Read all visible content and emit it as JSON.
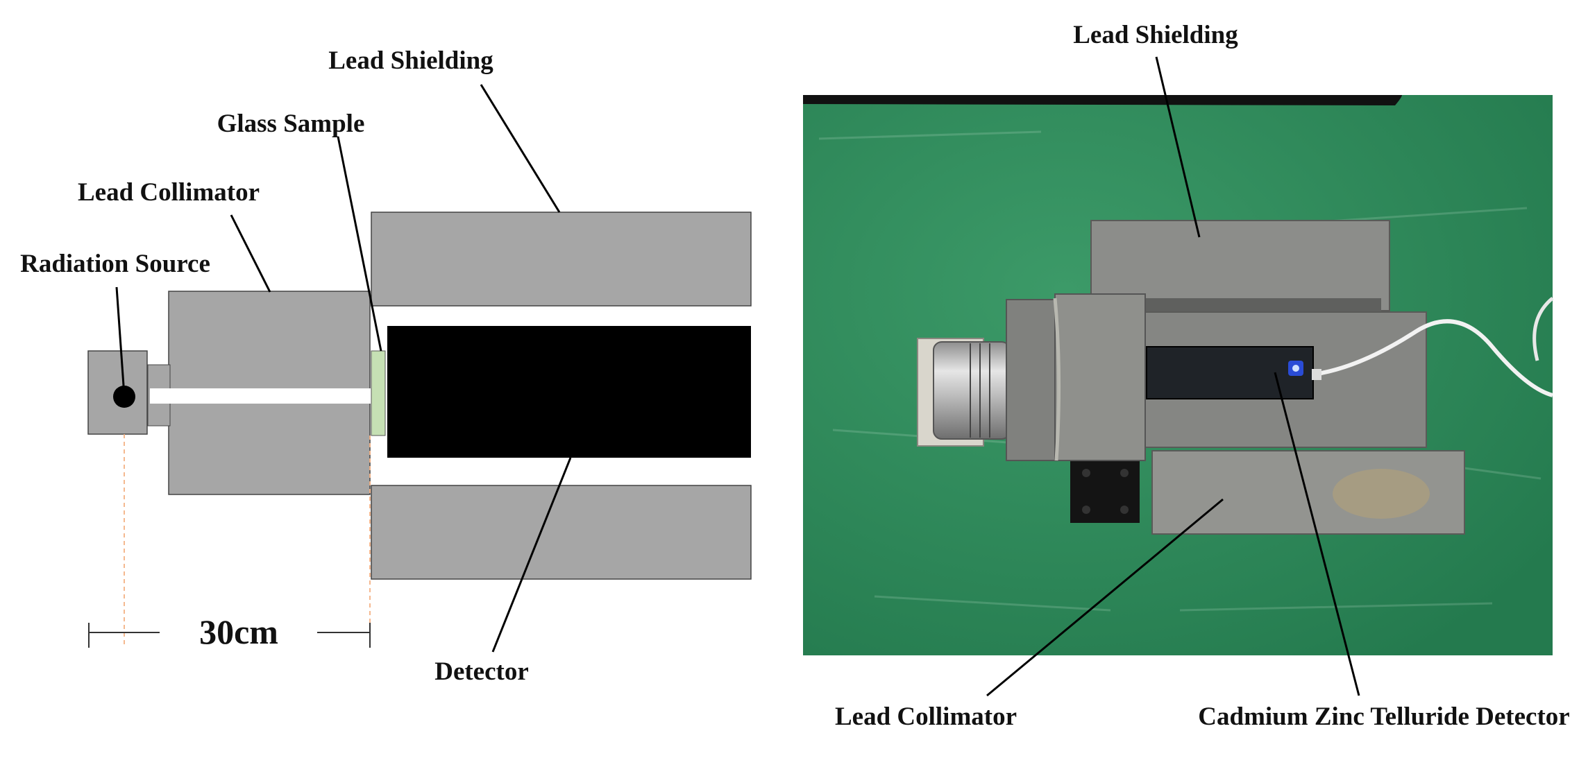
{
  "schematic": {
    "label_lead_shielding": "Lead Shielding",
    "label_glass_sample": "Glass Sample",
    "label_lead_collimator": "Lead Collimator",
    "label_radiation_source": "Radiation Source",
    "label_detector": "Detector",
    "distance": "30cm",
    "colors": {
      "lead": "#a6a6a6",
      "detector": "#000000",
      "glass": "#c6e0b4",
      "guide": "#f4b183"
    }
  },
  "photo": {
    "label_lead_shielding": "Lead Shielding",
    "label_lead_collimator": "Lead Collimator",
    "label_czt_detector": "Cadmium Zinc Telluride Detector",
    "colors": {
      "bench": "#2f8a5a",
      "lead": "#8c8d8a",
      "probe": "#1f2328"
    }
  }
}
